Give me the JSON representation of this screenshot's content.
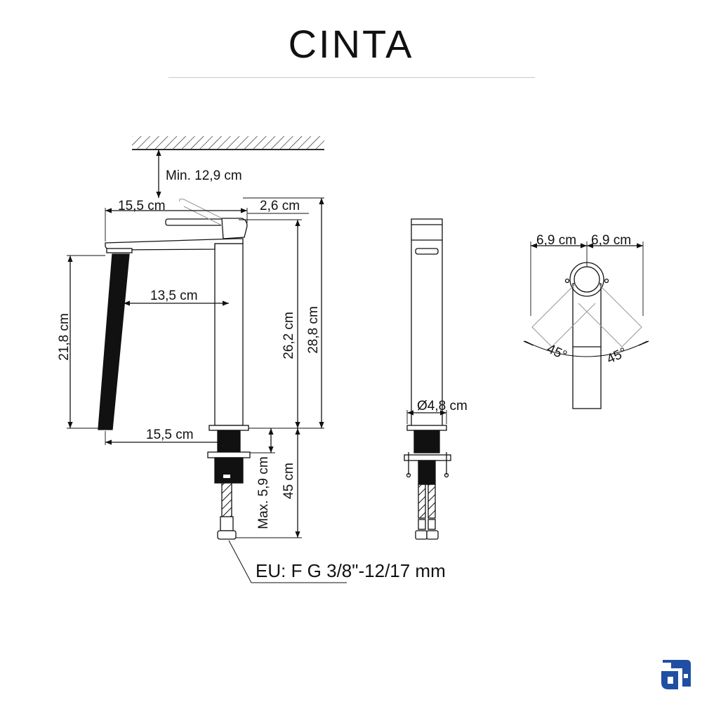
{
  "title": "CINTA",
  "dimensions": {
    "min_clearance": "Min. 12,9 cm",
    "spout_reach_top": "15,5 cm",
    "handle_offset": "2,6 cm",
    "spout_projection": "13,5 cm",
    "spout_height": "21,8 cm",
    "body_height": "26,2 cm",
    "total_height": "28,8 cm",
    "base_reach": "15,5 cm",
    "max_deck": "Max. 5,9 cm",
    "hose_length": "45 cm",
    "base_diameter": "Ø4,8 cm",
    "handle_left": "6,9 cm",
    "handle_right": "6,9 cm",
    "angle_left": "45°",
    "angle_right": "45°"
  },
  "connection_note": "EU: F G 3/8\"-12/17 mm",
  "colors": {
    "line": "#111111",
    "ghost_line": "#9a9a9a",
    "title_rule": "#c8c8c8",
    "logo": "#1f4fa3"
  },
  "logo_icon": "brand-logo-icon"
}
